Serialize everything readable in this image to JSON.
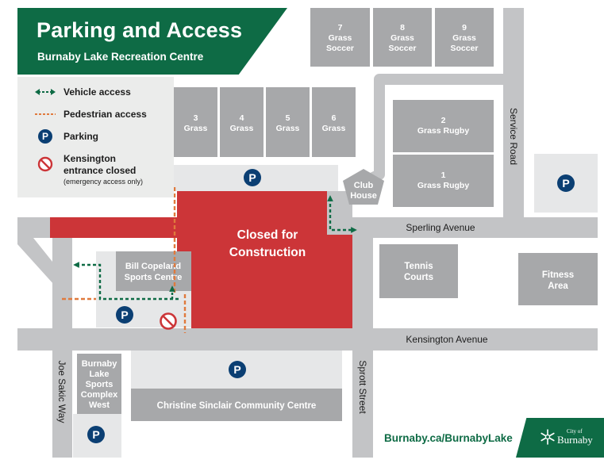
{
  "header": {
    "title": "Parking and Access",
    "subtitle": "Burnaby Lake Recreation Centre"
  },
  "legend": {
    "vehicle_access": "Vehicle access",
    "pedestrian_access": "Pedestrian access",
    "parking": "Parking",
    "closed_line1": "Kensington",
    "closed_line2": "entrance closed",
    "closed_note": "(emergency access only)"
  },
  "parking_symbol": "P",
  "fields": {
    "f7": {
      "num": "7",
      "l1": "Grass",
      "l2": "Soccer"
    },
    "f8": {
      "num": "8",
      "l1": "Grass",
      "l2": "Soccer"
    },
    "f9": {
      "num": "9",
      "l1": "Grass",
      "l2": "Soccer"
    },
    "f3": {
      "num": "3",
      "l1": "Grass"
    },
    "f4": {
      "num": "4",
      "l1": "Grass"
    },
    "f5": {
      "num": "5",
      "l1": "Grass"
    },
    "f6": {
      "num": "6",
      "l1": "Grass"
    },
    "f2": {
      "num": "2",
      "l1": "Grass Rugby"
    },
    "f1": {
      "num": "1",
      "l1": "Grass Rugby"
    }
  },
  "buildings": {
    "club_house_l1": "Club",
    "club_house_l2": "House",
    "closed_l1": "Closed for",
    "closed_l2": "Construction",
    "bill_l1": "Bill Copeland",
    "bill_l2": "Sports Centre",
    "tennis_l1": "Tennis",
    "tennis_l2": "Courts",
    "fitness_l1": "Fitness",
    "fitness_l2": "Area",
    "bl_l1": "Burnaby",
    "bl_l2": "Lake",
    "bl_l3": "Sports",
    "bl_l4": "Complex",
    "bl_l5": "West",
    "christine": "Christine Sinclair Community Centre"
  },
  "roads": {
    "service": "Service Road",
    "sperling": "Sperling Avenue",
    "kensington": "Kensington Avenue",
    "sprott": "Sprott Street",
    "joe": "Joe Sakic Way"
  },
  "footer": {
    "link": "Burnaby.ca/BurnabyLake",
    "city_small": "City of",
    "city_big": "Burnaby"
  },
  "colors": {
    "green": "#0e6b45",
    "red": "#cc3538",
    "navy": "#0b3f73",
    "orange": "#e07a3d",
    "gray": "#a7a8aa",
    "light": "#e6e7e8"
  }
}
